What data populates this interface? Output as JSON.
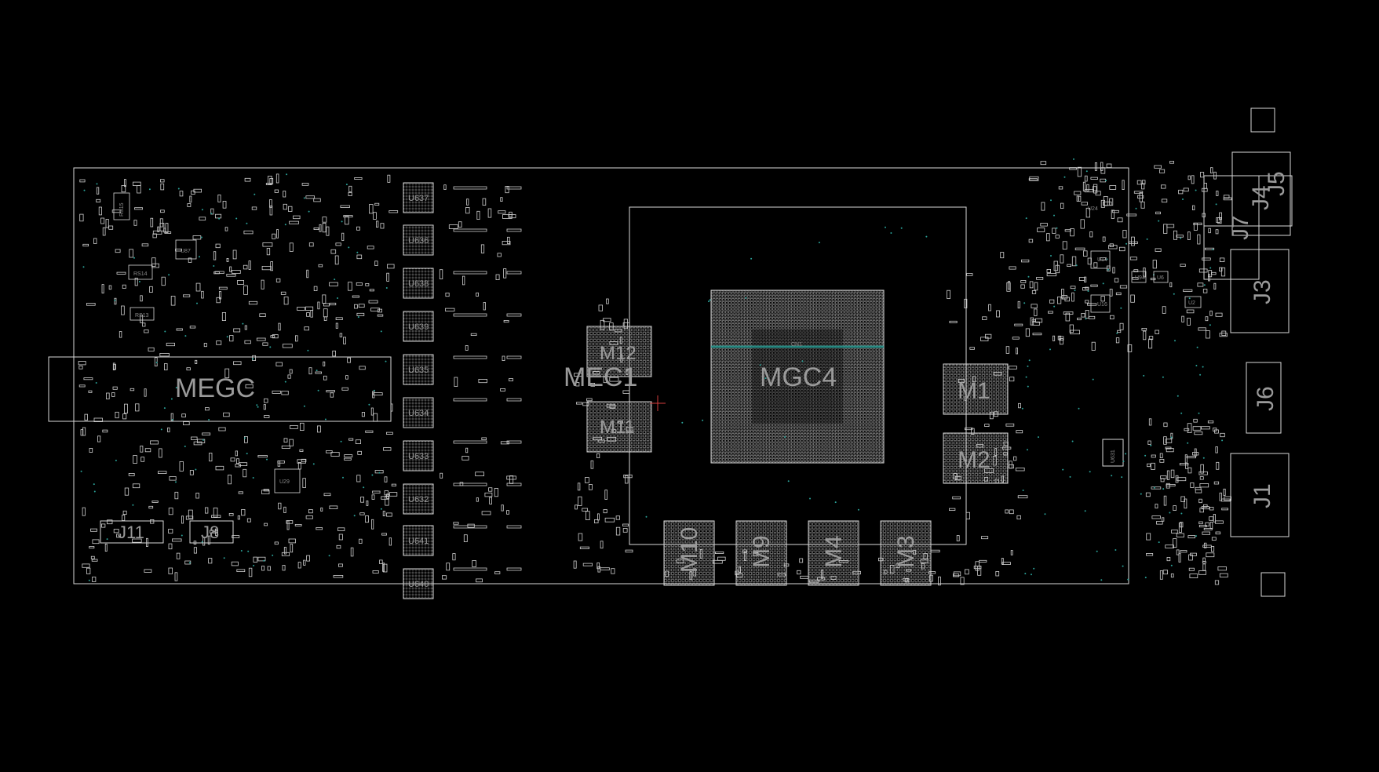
{
  "labels": {
    "megc": "MEGC",
    "mec1": "MEC1",
    "mgc4": "MGC4",
    "cn1": "CN1",
    "m1": "M1",
    "m2": "M2",
    "m3": "M3",
    "m4": "M4",
    "m9": "M9",
    "m10": "M10",
    "m11": "M11",
    "m12": "M12",
    "j1": "J1",
    "j3": "J3",
    "j4": "J4",
    "j5": "J5",
    "j6": "J6",
    "j7": "J7",
    "j8": "J8",
    "j11": "J11",
    "u637": "U637",
    "u636": "U636",
    "u638": "U638",
    "u639": "U639",
    "u635": "U635",
    "u634": "U634",
    "u633": "U633",
    "u632": "U632",
    "u641": "U641",
    "u640": "U640",
    "u87": "U87",
    "u29": "U29",
    "u631": "U631",
    "rs13": "RS13",
    "rs14": "RS14",
    "rs15": "RS15",
    "u14": "U14",
    "u16": "U16",
    "u94": "U94",
    "u6": "U6",
    "u2": "U2",
    "u24": "U24"
  },
  "colors": {
    "background": "#000000",
    "outline": "#d8d8d8",
    "label": "#9a9a9a",
    "teal": "#2aa198",
    "accent_cyan": "#4fd1c5",
    "marker_red": "#d23c3c"
  }
}
